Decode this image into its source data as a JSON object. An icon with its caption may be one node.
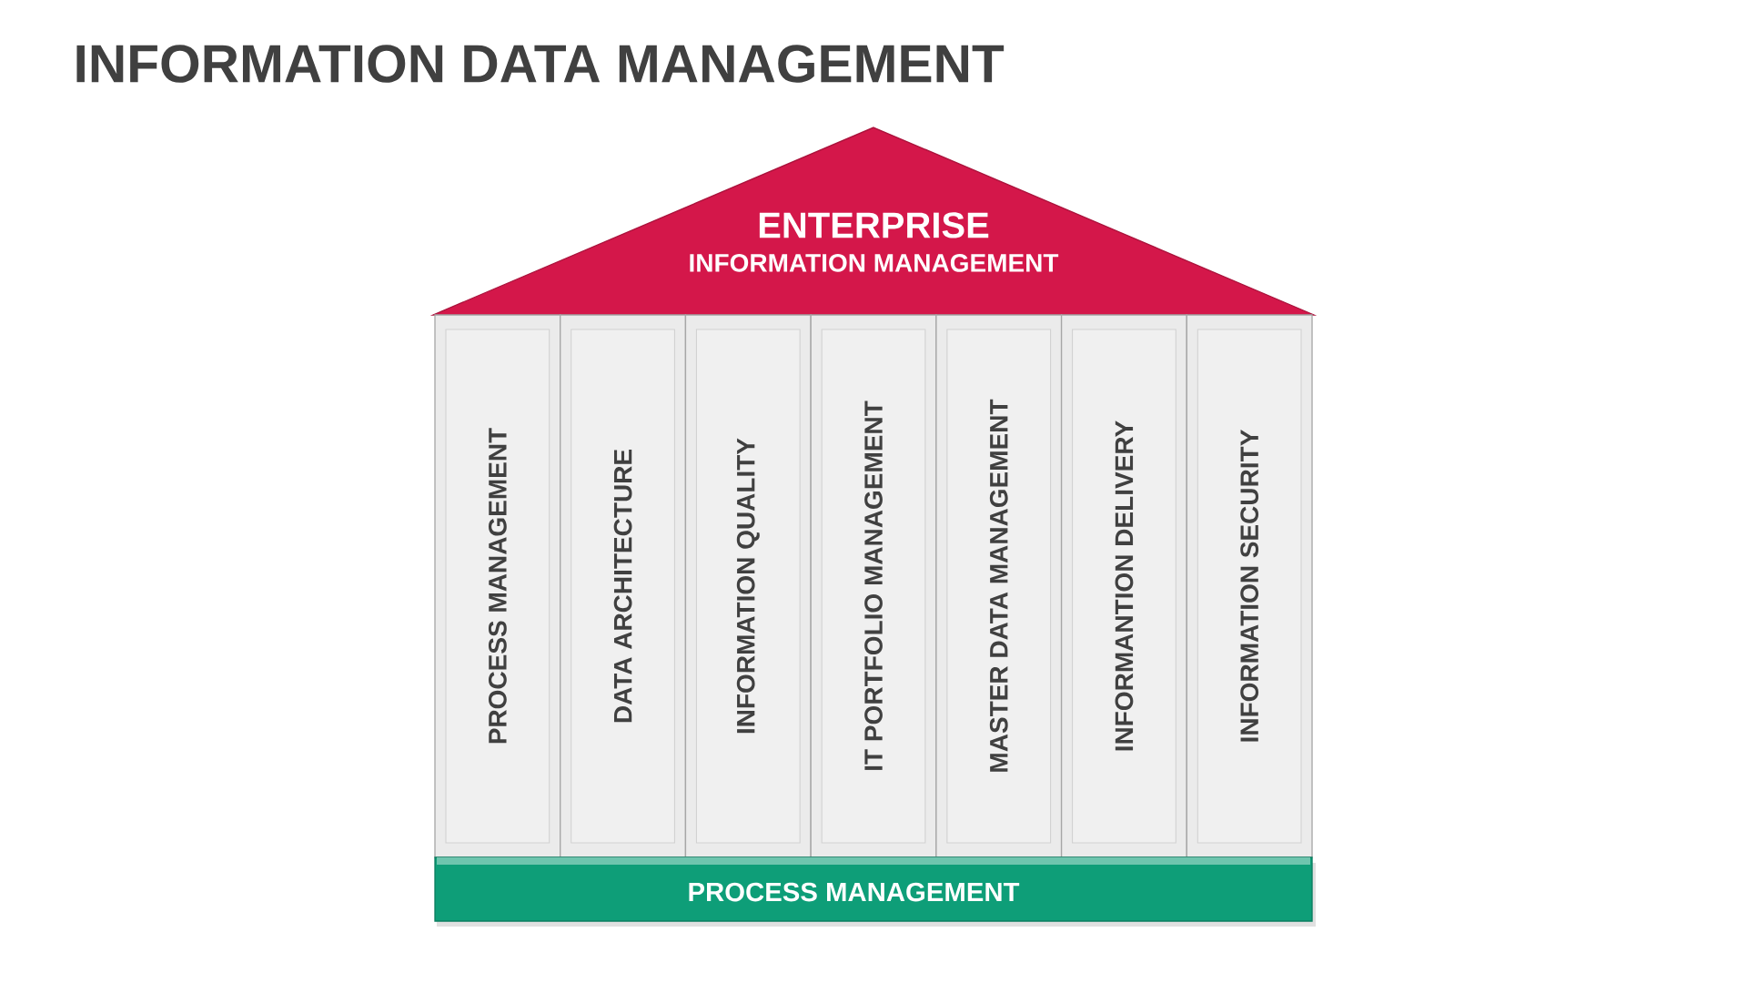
{
  "diagram": {
    "title": "INFORMATION DATA MANAGEMENT",
    "nodes": [
      {
        "text": [
          "ENTERPRISE",
          "INFORMATION MANAGEMENT"
        ]
      },
      {
        "text": [
          "PROCESS MANAGEMENT"
        ]
      },
      {
        "text": [
          "DATA ARCHITECTURE"
        ]
      },
      {
        "text": [
          "INFORMATION QUALITY"
        ]
      },
      {
        "text": [
          "IT PORTFOLIO MANAGEMENT"
        ]
      },
      {
        "text": [
          "MASTER DATA MANAGEMENT"
        ]
      },
      {
        "text": [
          "INFORMANTION DELIVERY"
        ]
      },
      {
        "text": [
          "INFORMATION SECURITY"
        ]
      },
      {
        "text": [
          "PROCESS MANAGEMENT"
        ]
      }
    ]
  }
}
